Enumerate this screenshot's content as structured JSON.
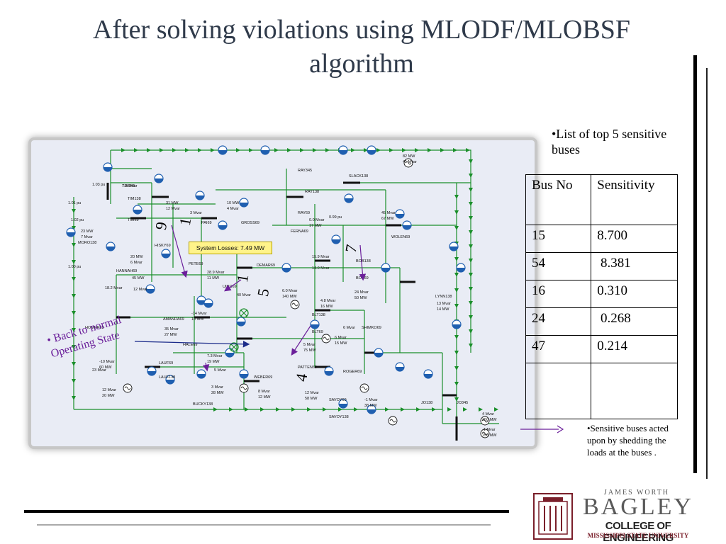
{
  "slide": {
    "title": "After solving violations using MLODF/MLOBSF algorithm"
  },
  "diagram": {
    "losses_text": "System Losses:  7.49 MW",
    "annotations": [
      "9",
      "1",
      "5",
      "7",
      "1",
      "4"
    ],
    "back_to_normal": "• Back to normal Operating State",
    "labels": [
      "TIM345",
      "TIM138",
      "TIM69",
      "RAY345",
      "RAY138",
      "RAY69",
      "SLACK138",
      "MORO138",
      "HISKY69",
      "PETE69",
      "HANNAH69",
      "AMANDA69",
      "HOMER69",
      "HALE69",
      "LAUF69",
      "LAUF138",
      "BUCKY138",
      "WEBER69",
      "PATTEN69",
      "ROGER69",
      "SAVOY69",
      "SAVOY138",
      "SHIMKO69",
      "BLT69",
      "BLT138",
      "BOB69",
      "BOB138",
      "WOLEN69",
      "LYNN138",
      "JO138",
      "JO345",
      "DEMAR69",
      "UIUC69",
      "FERNA69",
      "GROSS69",
      "PAI69",
      "1.03 pu",
      "1.02 pu",
      "1.01 pu",
      "1.00 pu",
      "0.99 pu",
      "82 MW",
      "41 Mvar",
      "31 MW",
      "12 Mvar",
      "10 MW",
      "4 Mvar",
      "23 MW",
      "7 Mvar",
      "20 MW",
      "6 Mvar",
      "45 MW",
      "12 Mvar",
      "18.2 Mvar",
      "28.9 Mvar",
      "11 MW",
      "40 Mvar",
      "6.0 Mvar",
      "140 MW",
      "45 Mvar",
      "67 MW",
      "24 Mvar",
      "50 MW",
      "13 Mvar",
      "14 MW",
      "4 Mvar",
      "150 MW",
      "-1 Mvar",
      "150 MW",
      "-1 Mvar",
      "38 MW",
      "12 Mvar",
      "58 MW",
      "6 Mvar",
      "15 MW",
      "5 Mvar",
      "75 MW",
      "6 Mvar",
      "7.3 Mvar",
      "19 MW",
      "-10 Mvar",
      "60 MW",
      "12 Mvar",
      "20 MW",
      "23 Mvar",
      "0.0 Mvar",
      "17 MW",
      "3 Mvar",
      "15.9 Mvar",
      "14.0 Mvar",
      "4.8 Mvar",
      "16 MW",
      "-14 Mvar",
      "10 MW",
      "35 Mvar",
      "27 MW",
      "3 Mvar",
      "28 MW",
      "8 Mvar",
      "12 MW",
      "5 Mvar",
      "7.3 Mvar"
    ]
  },
  "sidebar": {
    "list_title": "•List of  top 5 sensitive buses",
    "table": {
      "headers": [
        "Bus No",
        "Sensitivity"
      ],
      "rows": [
        [
          "15",
          "8.700"
        ],
        [
          "54",
          " 8.381"
        ],
        [
          "16",
          "0.310"
        ],
        [
          "24",
          " 0.268"
        ],
        [
          "47",
          "0.214"
        ]
      ]
    },
    "note": "•Sensitive buses acted upon by shedding the loads at the buses ."
  },
  "logo": {
    "top_line": "JAMES WORTH",
    "name": "BAGLEY",
    "college": "COLLEGE OF ENGINEERING",
    "university": "MISSISSIPPI STATE UNIVERSITY"
  },
  "colors": {
    "title": "#2f3a4a",
    "line_green": "#1a8f2a",
    "bus_black": "#111111",
    "load_blue": "#1f5fb0",
    "annotation_purple": "#6b1f9a",
    "losses_yellow": "#fff38a",
    "logo_maroon": "#7a1f2a"
  }
}
